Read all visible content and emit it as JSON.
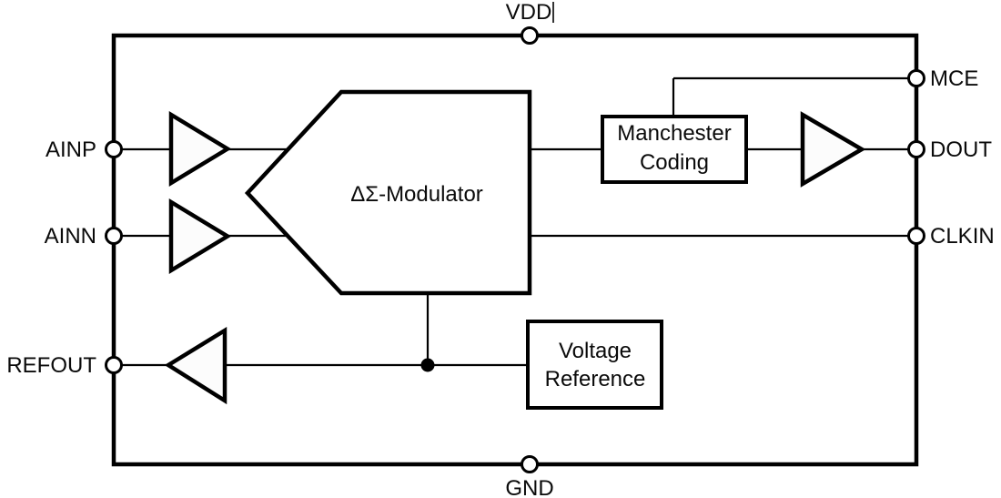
{
  "diagram": {
    "kind": "ic-functional-block-diagram",
    "pins": {
      "vdd": "VDD",
      "gnd": "GND",
      "ainp": "AINP",
      "ainn": "AINN",
      "refout": "REFOUT",
      "mce": "MCE",
      "dout": "DOUT",
      "clkin": "CLKIN"
    },
    "blocks": {
      "modulator": "ΔΣ-Modulator",
      "manchester": {
        "line1": "Manchester",
        "line2": "Coding"
      },
      "voltage_reference": {
        "line1": "Voltage",
        "line2": "Reference"
      }
    },
    "colors": {
      "stroke": "#000000",
      "background": "#ffffff",
      "buffer_fill": "#fcfcfc"
    }
  }
}
